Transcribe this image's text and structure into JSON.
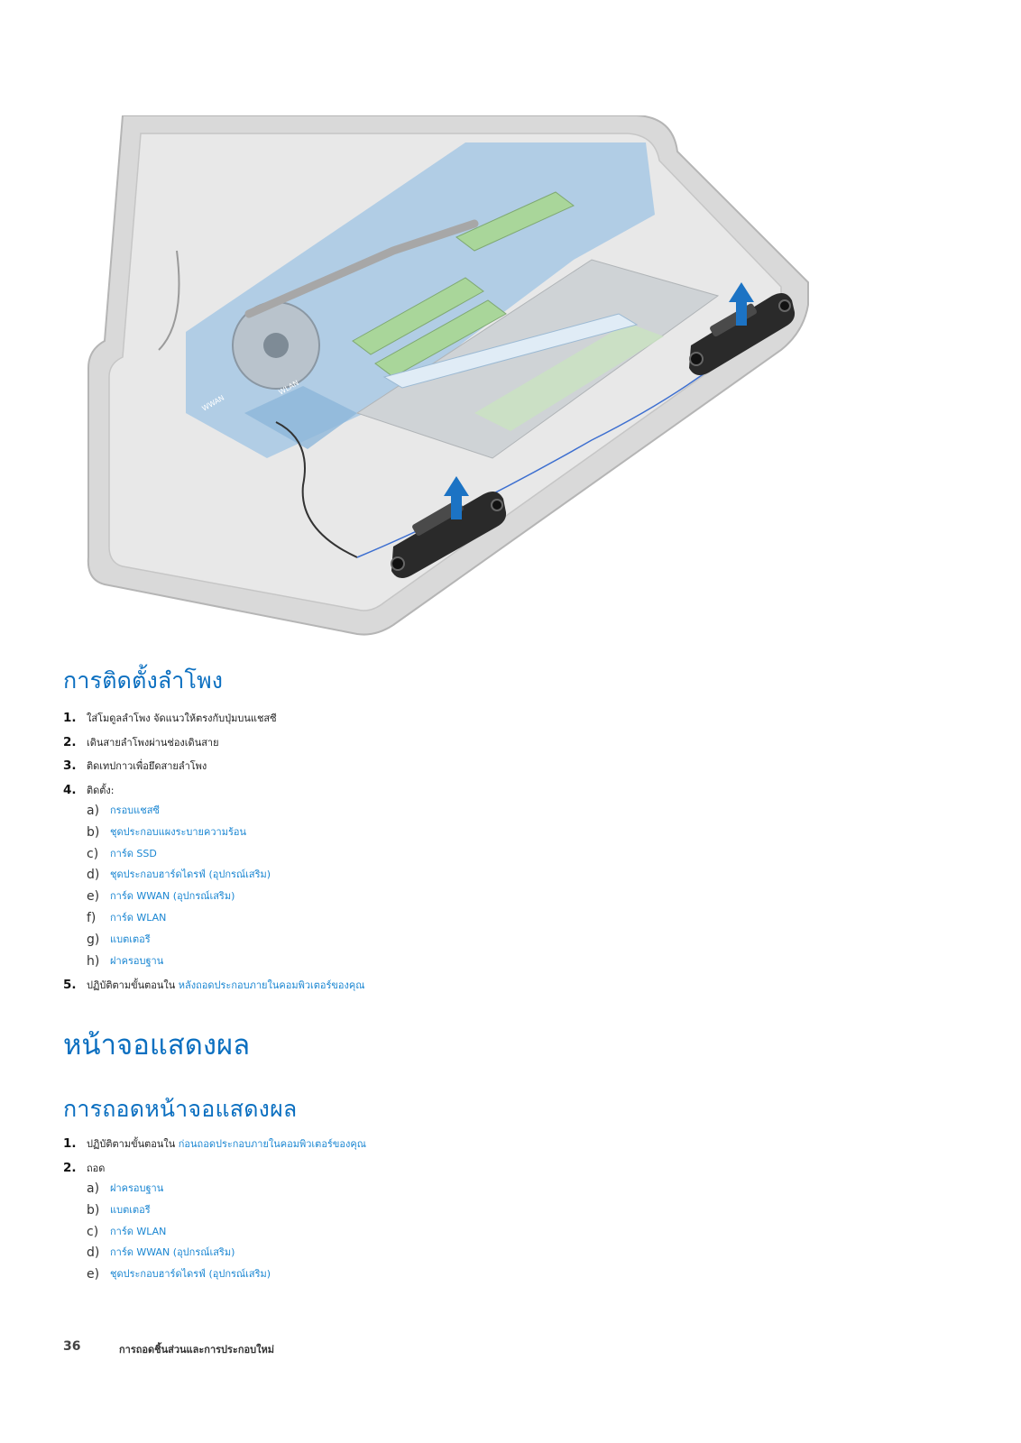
{
  "figure": {
    "labels": {
      "wwan": "WWAN",
      "wlan": "WLAN"
    }
  },
  "section_install": {
    "title": "การติดตั้งลำโพง",
    "steps": [
      {
        "num": "1.",
        "text": "ใส่โมดูลลำโพง จัดแนวให้ตรงกับปุ่มบนแชสซี"
      },
      {
        "num": "2.",
        "text": "เดินสายลำโพงผ่านช่องเดินสาย"
      },
      {
        "num": "3.",
        "text": "ติดเทปกาวเพื่อยึดสายลำโพง"
      },
      {
        "num": "4.",
        "text": "ติดตั้ง:"
      },
      {
        "num": "5.",
        "text": "ปฏิบัติตามขั้นตอนใน ",
        "link": "หลังถอดประกอบภายในคอมพิวเตอร์ของคุณ"
      }
    ],
    "sub_items": [
      {
        "letter": "a)",
        "text": "กรอบแชสซี"
      },
      {
        "letter": "b)",
        "text": "ชุดประกอบแผงระบายความร้อน"
      },
      {
        "letter": "c)",
        "text": "การ์ด SSD"
      },
      {
        "letter": "d)",
        "text": "ชุดประกอบฮาร์ดไดรฟ์ (อุปกรณ์เสริม)"
      },
      {
        "letter": "e)",
        "text": "การ์ด WWAN (อุปกรณ์เสริม)"
      },
      {
        "letter": "f)",
        "text": "การ์ด WLAN"
      },
      {
        "letter": "g)",
        "text": "แบตเตอรี"
      },
      {
        "letter": "h)",
        "text": "ฝาครอบฐาน"
      }
    ]
  },
  "section_display": {
    "title": "หน้าจอแสดงผล"
  },
  "section_remove": {
    "title": "การถอดหน้าจอแสดงผล",
    "steps": [
      {
        "num": "1.",
        "text": "ปฏิบัติตามขั้นตอนใน ",
        "link": "ก่อนถอดประกอบภายในคอมพิวเตอร์ของคุณ"
      },
      {
        "num": "2.",
        "text": "ถอด"
      }
    ],
    "sub_items": [
      {
        "letter": "a)",
        "text": "ฝาครอบฐาน"
      },
      {
        "letter": "b)",
        "text": "แบตเตอรี"
      },
      {
        "letter": "c)",
        "text": "การ์ด WLAN"
      },
      {
        "letter": "d)",
        "text": "การ์ด WWAN (อุปกรณ์เสริม)"
      },
      {
        "letter": "e)",
        "text": "ชุดประกอบฮาร์ดไดรฟ์ (อุปกรณ์เสริม)"
      }
    ]
  },
  "footer": {
    "page_number": "36",
    "title": "การถอดชิ้นส่วนและการประกอบใหม่"
  }
}
